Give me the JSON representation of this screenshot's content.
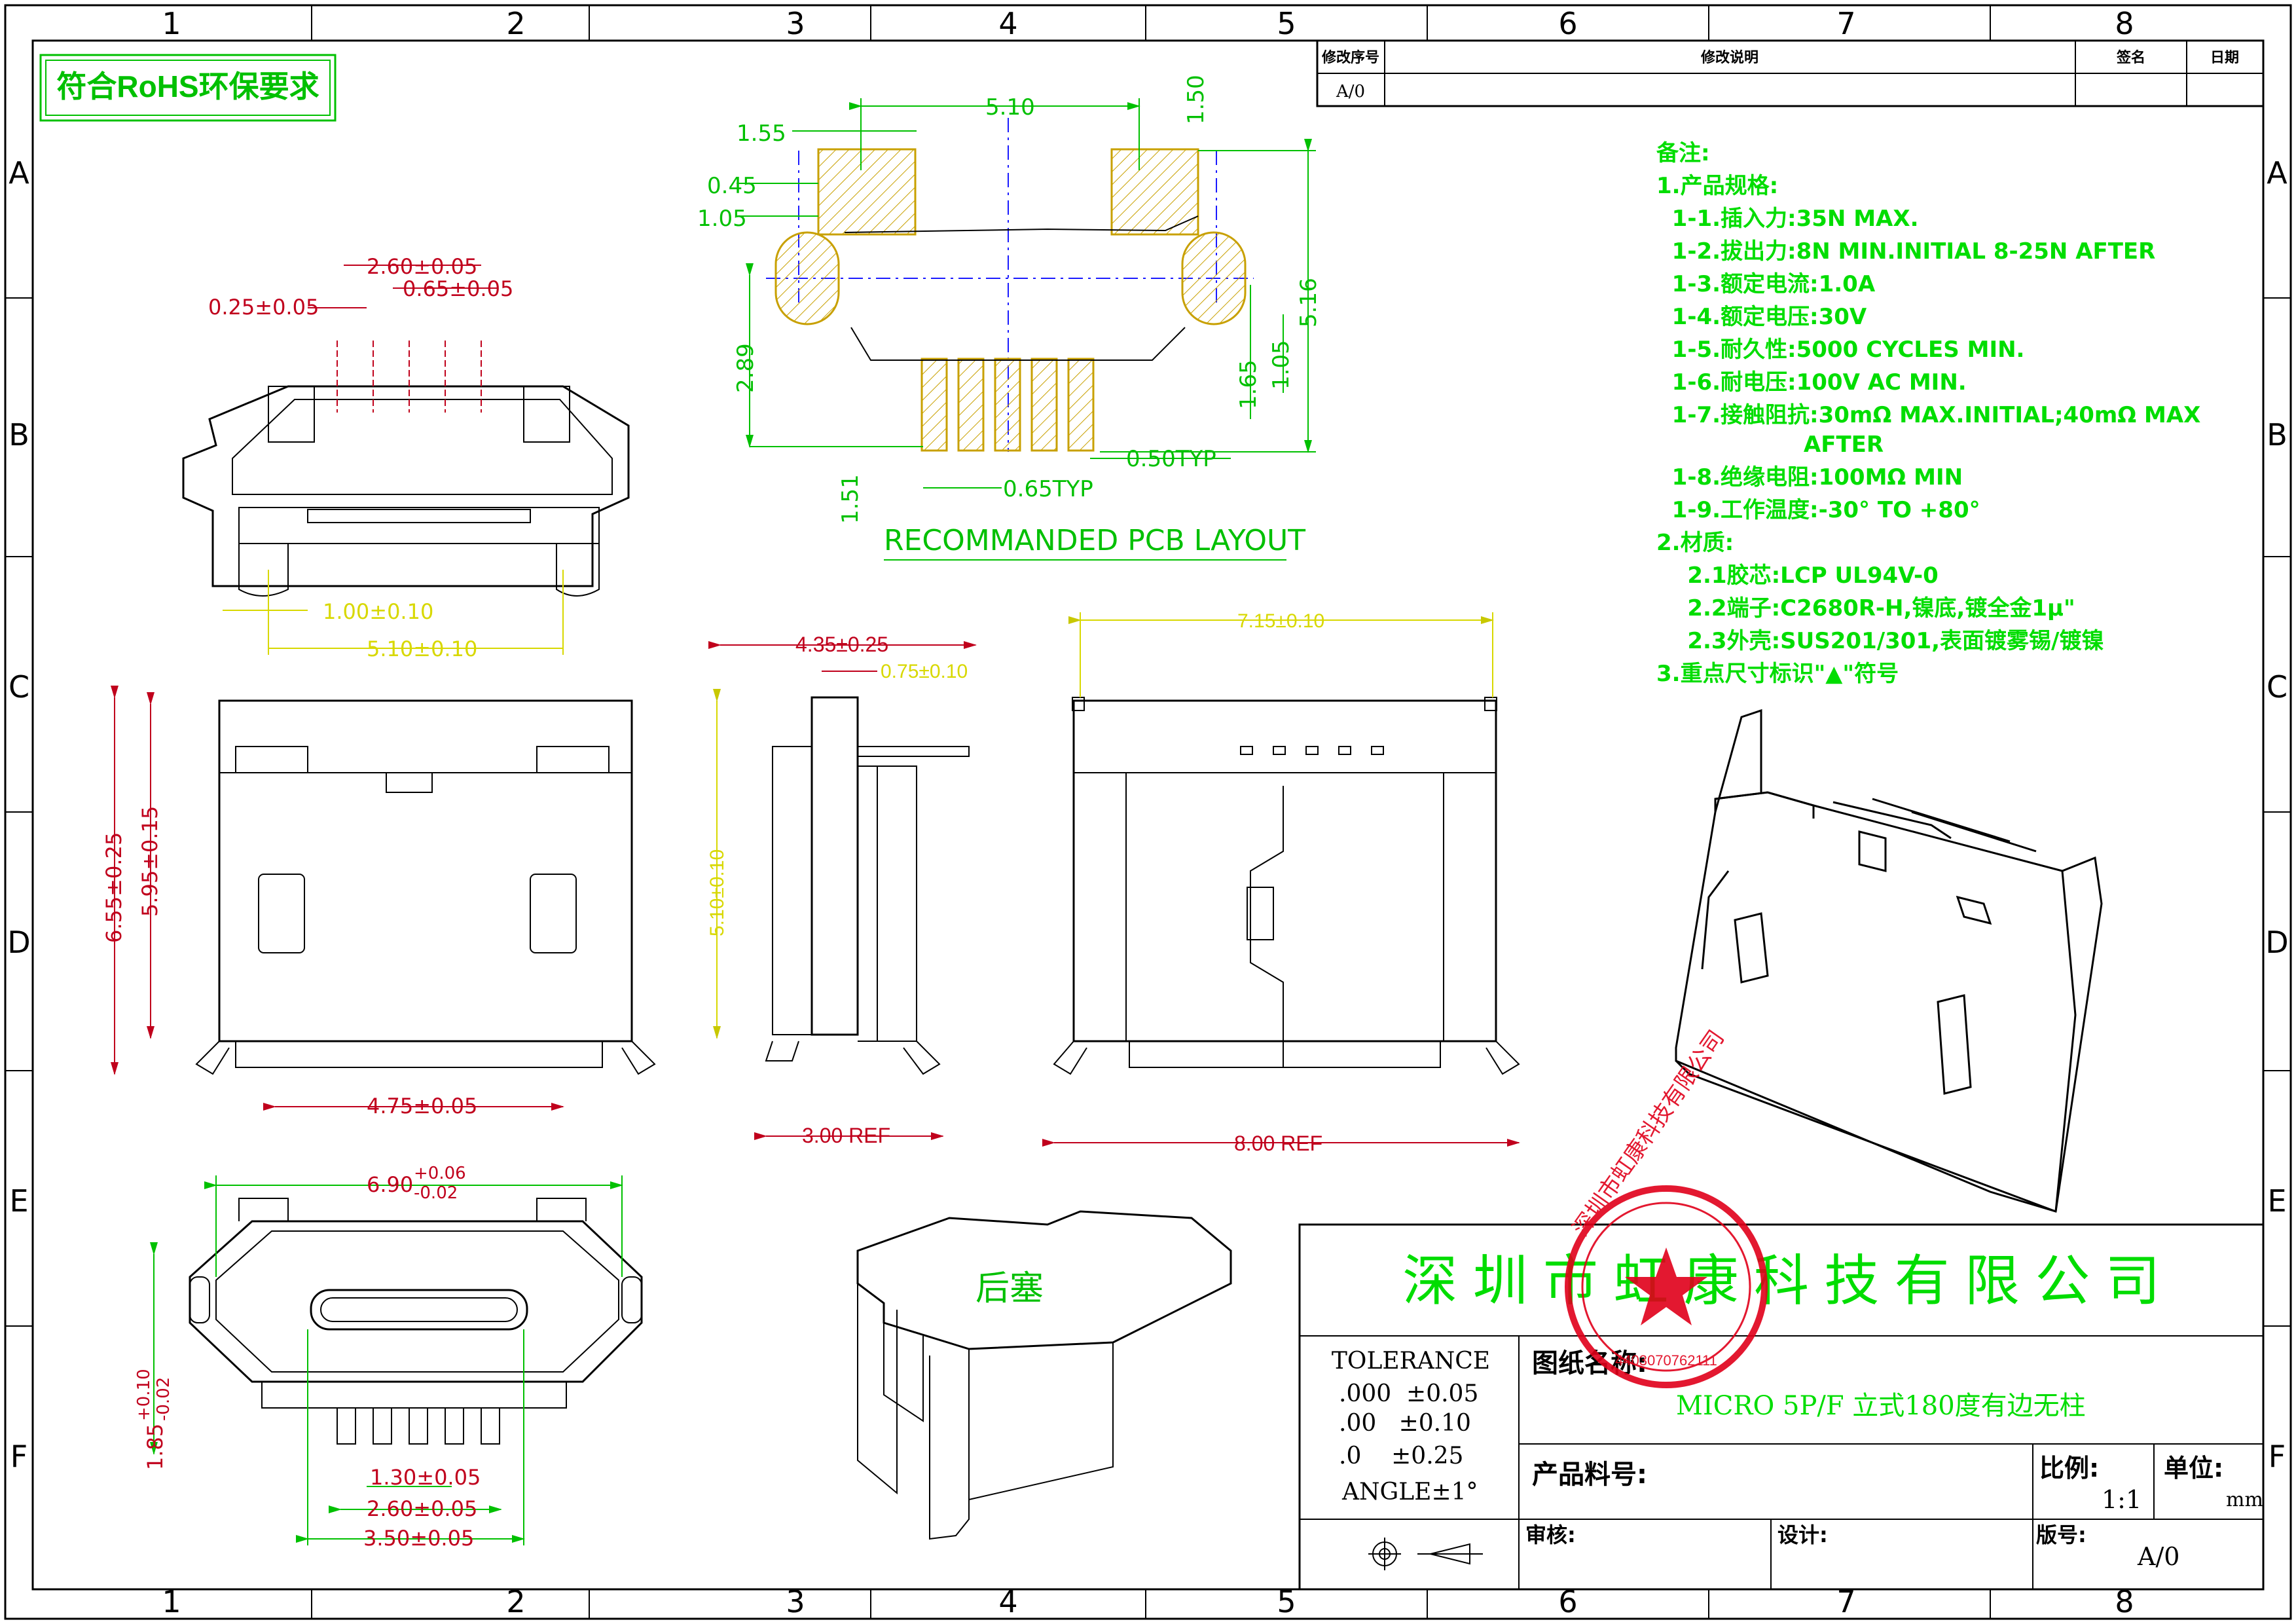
{
  "border": {
    "columns": [
      "1",
      "2",
      "3",
      "4",
      "5",
      "6",
      "7",
      "8"
    ],
    "rows": [
      "A",
      "B",
      "C",
      "D",
      "E",
      "F"
    ]
  },
  "rohs_label": "符合RoHS环保要求",
  "revision_table": {
    "headers": [
      "修改序号",
      "修改说明",
      "签名",
      "日期"
    ],
    "rows": [
      [
        "A/0",
        "",
        "",
        ""
      ]
    ]
  },
  "pcb_layout": {
    "title": "RECOMMANDED PCB LAYOUT",
    "dims": {
      "w510": "5.10",
      "d150": "1.50",
      "d155": "1.55",
      "d045": "0.45",
      "d105a": "1.05",
      "d289": "2.89",
      "d516": "5.16",
      "d165": "1.65",
      "d105b": "1.05",
      "d151": "1.51",
      "d050": "0.50TYP",
      "d065": "0.65TYP"
    }
  },
  "top_view": {
    "dims": {
      "pitch260": "2.60±0.05",
      "pin065": "0.65±0.05",
      "gap025": "0.25±0.05",
      "leg100": "1.00±0.10",
      "leg510": "5.10±0.10"
    }
  },
  "front_view": {
    "dims": {
      "h655": "6.55±0.25",
      "h595": "5.95±0.15",
      "w475": "4.75±0.05"
    }
  },
  "side_view": {
    "dims": {
      "w435": "4.35±0.25",
      "w075": "0.75±0.10",
      "h510": "5.10±0.10",
      "ref300": "3.00 REF"
    }
  },
  "back_view": {
    "dims": {
      "w715": "7.15±0.10",
      "ref800": "8.00 REF"
    }
  },
  "bottom_view": {
    "dims": {
      "w690": "6.90",
      "tol_up": "+0.06",
      "tol_dn": "-0.02",
      "h185": "1.85",
      "h_up": "+0.10",
      "h_dn": "-0.02",
      "p130": "1.30±0.05",
      "p260": "2.60±0.05",
      "p350": "3.50±0.05"
    }
  },
  "plug": {
    "label": "后塞"
  },
  "notes": {
    "title": "备注:",
    "lines": [
      "1.产品规格:",
      "  1-1.插入力:35N MAX.",
      "  1-2.拔出力:8N MIN.INITIAL 8-25N AFTER",
      "  1-3.额定电流:1.0A",
      "  1-4.额定电压:30V",
      "  1-5.耐久性:5000 CYCLES MIN.",
      "  1-6.耐电压:100V AC MIN.",
      "  1-7.接触阻抗:30mΩ MAX.INITIAL;40mΩ MAX",
      "                   AFTER",
      "  1-8.绝缘电阻:100MΩ MIN",
      "  1-9.工作温度:-30° TO +80°",
      "2.材质:",
      "    2.1胶芯:LCP UL94V-0",
      "    2.2端子:C2680R-H,镍底,镀全金1μ\"",
      "    2.3外壳:SUS201/301,表面镀雾锡/镀镍",
      "3.重点尺寸标识\"▲\"符号"
    ]
  },
  "title_block": {
    "company": "深 圳 市 虹 康 科 技 有 限 公 司",
    "tolerance_title": "TOLERANCE",
    "tolerances": [
      ".000  ±0.05",
      ".00   ±0.10",
      ".0    ±0.25"
    ],
    "angle": "ANGLE±1°",
    "drawing_name_label": "图纸名称:",
    "drawing_name": "MICRO 5P/F 立式180度有边无柱",
    "part_no_label": "产品料号:",
    "scale_label": "比例:",
    "scale": "1:1",
    "unit_label": "单位:",
    "unit": "mm",
    "review_label": "审核:",
    "design_label": "设计:",
    "version_label": "版号:",
    "version": "A/0",
    "stamp_number": "4403070762111"
  },
  "colors": {
    "line": "#000000",
    "dim_red": "#c0001c",
    "dim_green": "#00d000",
    "dim_yellow": "#d8d800",
    "center_blue": "#1a1aff",
    "hatch": "#c8a000",
    "stamp": "#e0001a"
  }
}
